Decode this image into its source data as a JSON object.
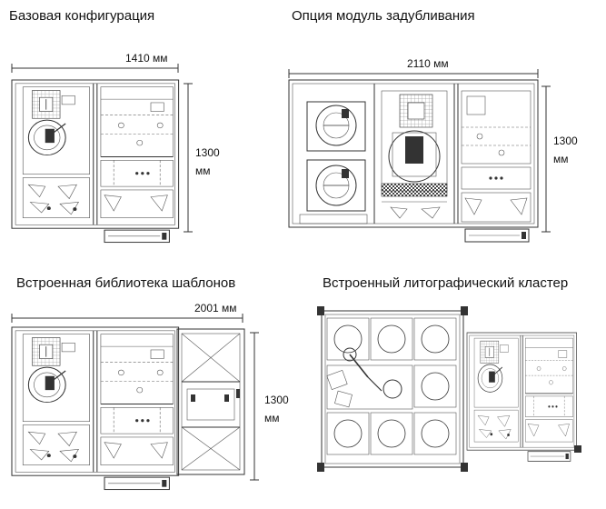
{
  "panels": [
    {
      "title": "Базовая конфигурация",
      "width_label": "1410 мм",
      "height_value": "1300",
      "height_unit": "мм"
    },
    {
      "title": "Опция модуль задубливания",
      "width_label": "2110 мм",
      "height_value": "1300",
      "height_unit": "мм"
    },
    {
      "title": "Встроенная библиотека шаблонов",
      "width_label": "2001 мм",
      "height_value": "1300",
      "height_unit": "мм"
    },
    {
      "title": "Встроенный литографический кластер"
    }
  ]
}
